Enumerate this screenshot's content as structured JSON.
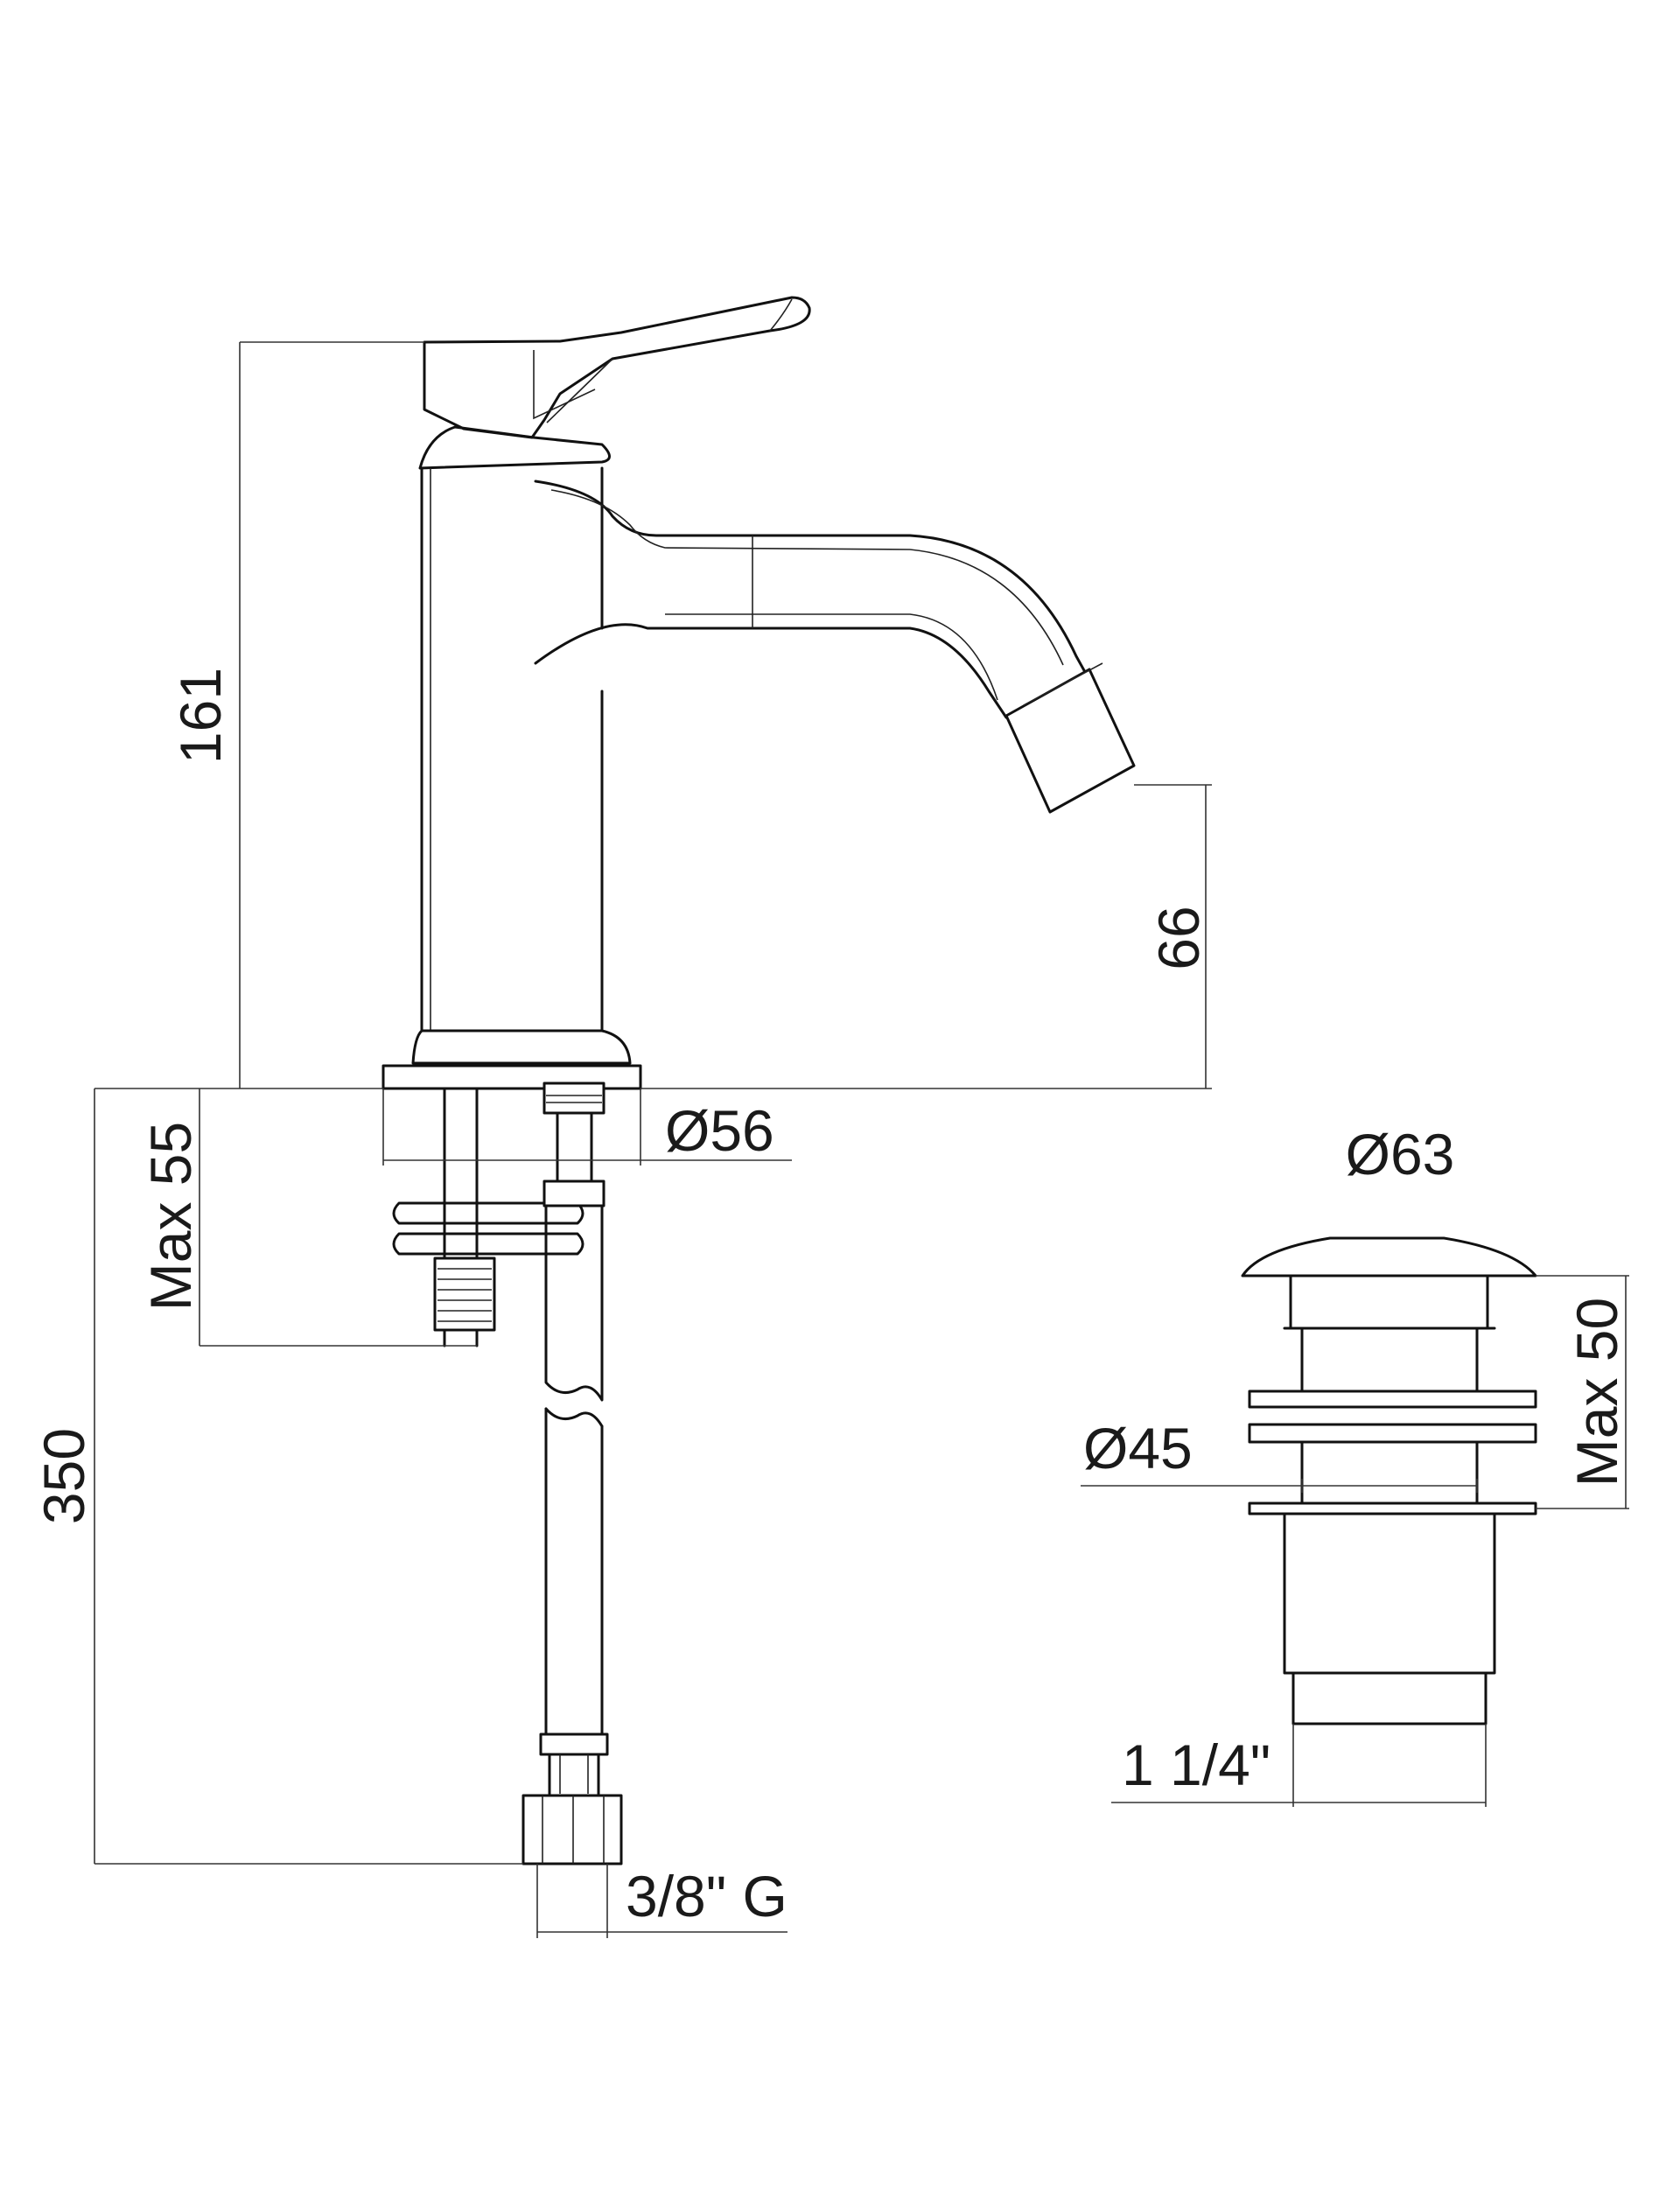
{
  "dimensions": {
    "overall_height": "161",
    "spout_height": "66",
    "base_diameter": "Ø56",
    "max_deck_thickness": "Max 55",
    "hose_length": "350",
    "hose_thread": "3/8\" G",
    "drain_cap_diameter": "Ø63",
    "drain_max_thickness": "Max 50",
    "drain_body_diameter": "Ø45",
    "drain_thread": "1 1/4\""
  }
}
